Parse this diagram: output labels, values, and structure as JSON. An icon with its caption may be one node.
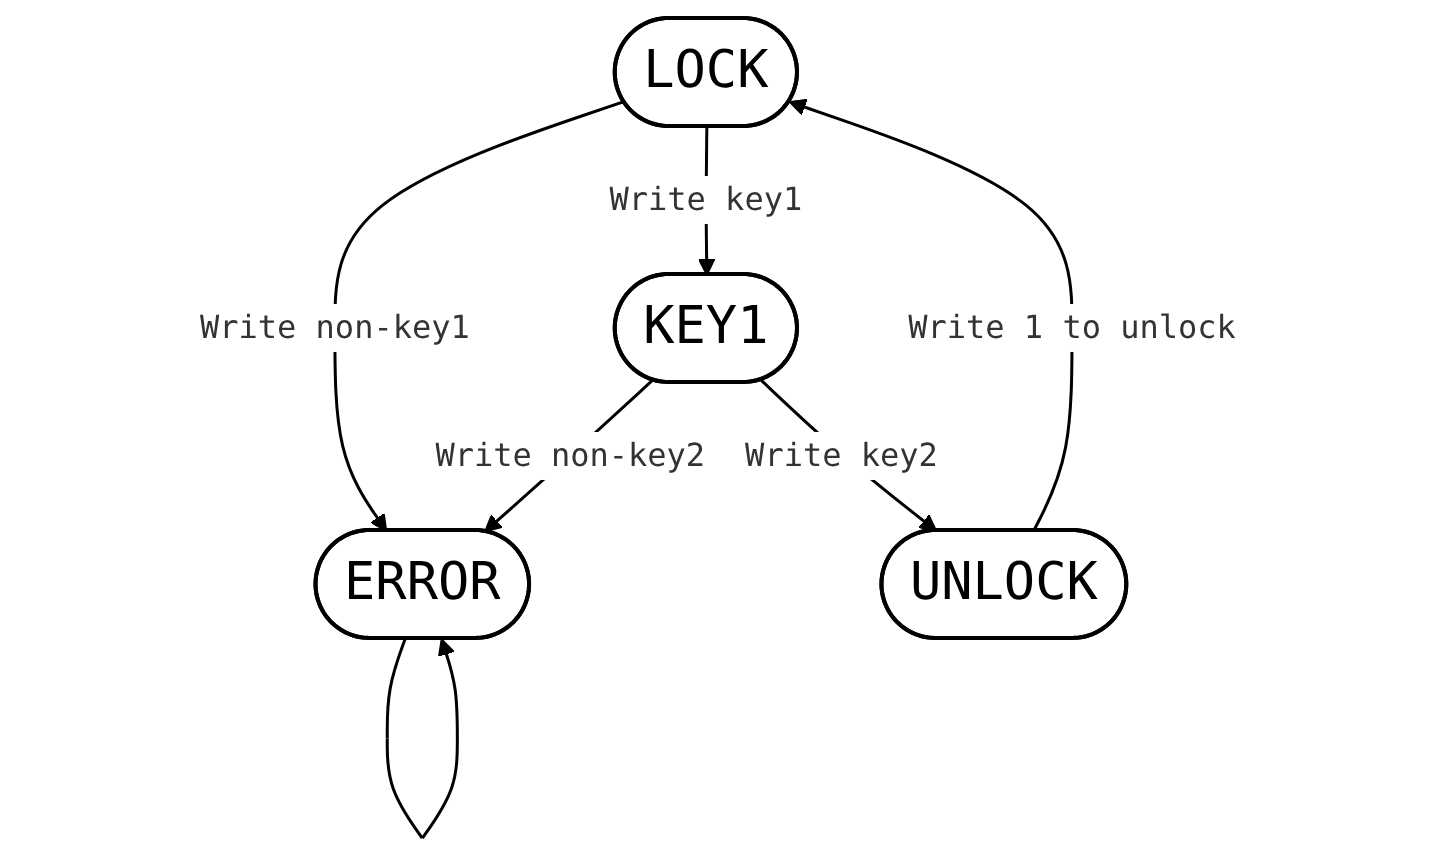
{
  "diagram": {
    "nodes": [
      {
        "text": [
          "LOCK"
        ]
      },
      {
        "text": [
          "ERROR"
        ]
      },
      {
        "text": [
          "KEY1"
        ]
      },
      {
        "text": [
          "UNLOCK"
        ]
      }
    ],
    "edges": [
      {
        "from": 0,
        "to": 1,
        "arrow": "to",
        "label": "Write non-key1"
      },
      {
        "from": 0,
        "to": 2,
        "arrow": "to",
        "label": "Write key1"
      },
      {
        "from": 2,
        "to": 1,
        "arrow": "to",
        "label": "Write non-key2"
      },
      {
        "from": 2,
        "to": 3,
        "arrow": "to",
        "label": "Write key2"
      },
      {
        "from": 3,
        "to": 0,
        "arrow": "to",
        "label": "Write 1 to unlock"
      },
      {
        "from": 1,
        "to": 1,
        "arrow": "to"
      }
    ]
  }
}
